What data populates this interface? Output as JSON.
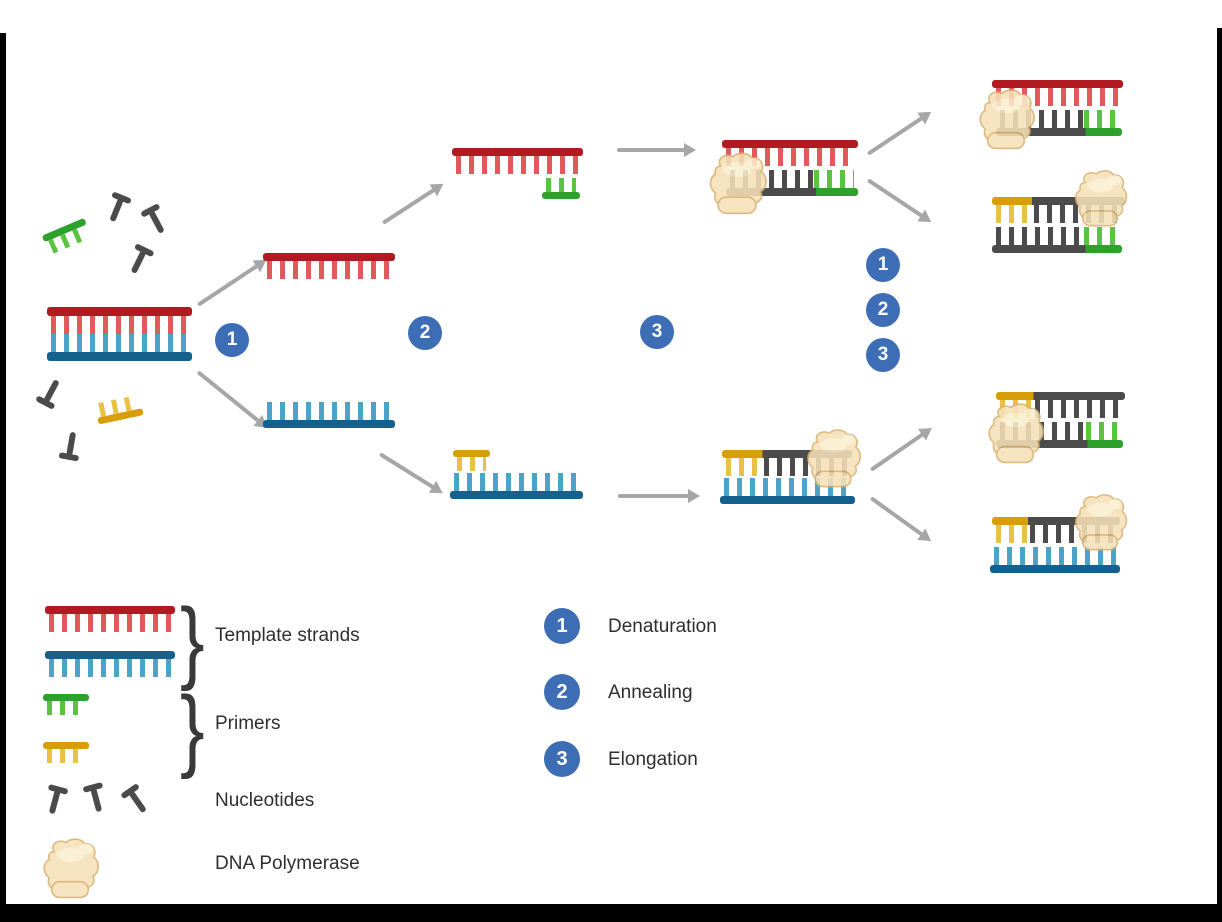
{
  "diagram": {
    "type": "pcr-cycle-diagram",
    "colors": {
      "red_dark": "#b11a20",
      "red_light": "#e2595c",
      "blue_dark": "#15618e",
      "blue_light": "#4ba3c8",
      "green_dark": "#2ea02c",
      "green_light": "#5ac442",
      "yellow_dark": "#d89e0a",
      "yellow_light": "#eac046",
      "strand_gray": "#4b4b4b",
      "poly_fill": "#f5e1b8",
      "poly_stroke": "#d8b171",
      "poly_highlight": "#faeecd",
      "circle_blue": "#3d6eb5",
      "arrow": "#a6a6a6",
      "text": "#2e2e2e",
      "frame": "#000000"
    },
    "flow": {
      "step1_marker": "1",
      "step2_marker": "2",
      "step3_marker": "3",
      "cycle_markers": [
        "1",
        "2",
        "3"
      ]
    }
  },
  "steps_legend": {
    "items": [
      {
        "number": "1",
        "label": "Denaturation"
      },
      {
        "number": "2",
        "label": "Annealing"
      },
      {
        "number": "3",
        "label": "Elongation"
      }
    ]
  },
  "legend": {
    "brace": "}",
    "template_strands_label": "Template strands",
    "primers_label": "Primers",
    "nucleotides_label": "Nucleotides",
    "dna_polymerase_label": "DNA Polymerase"
  }
}
